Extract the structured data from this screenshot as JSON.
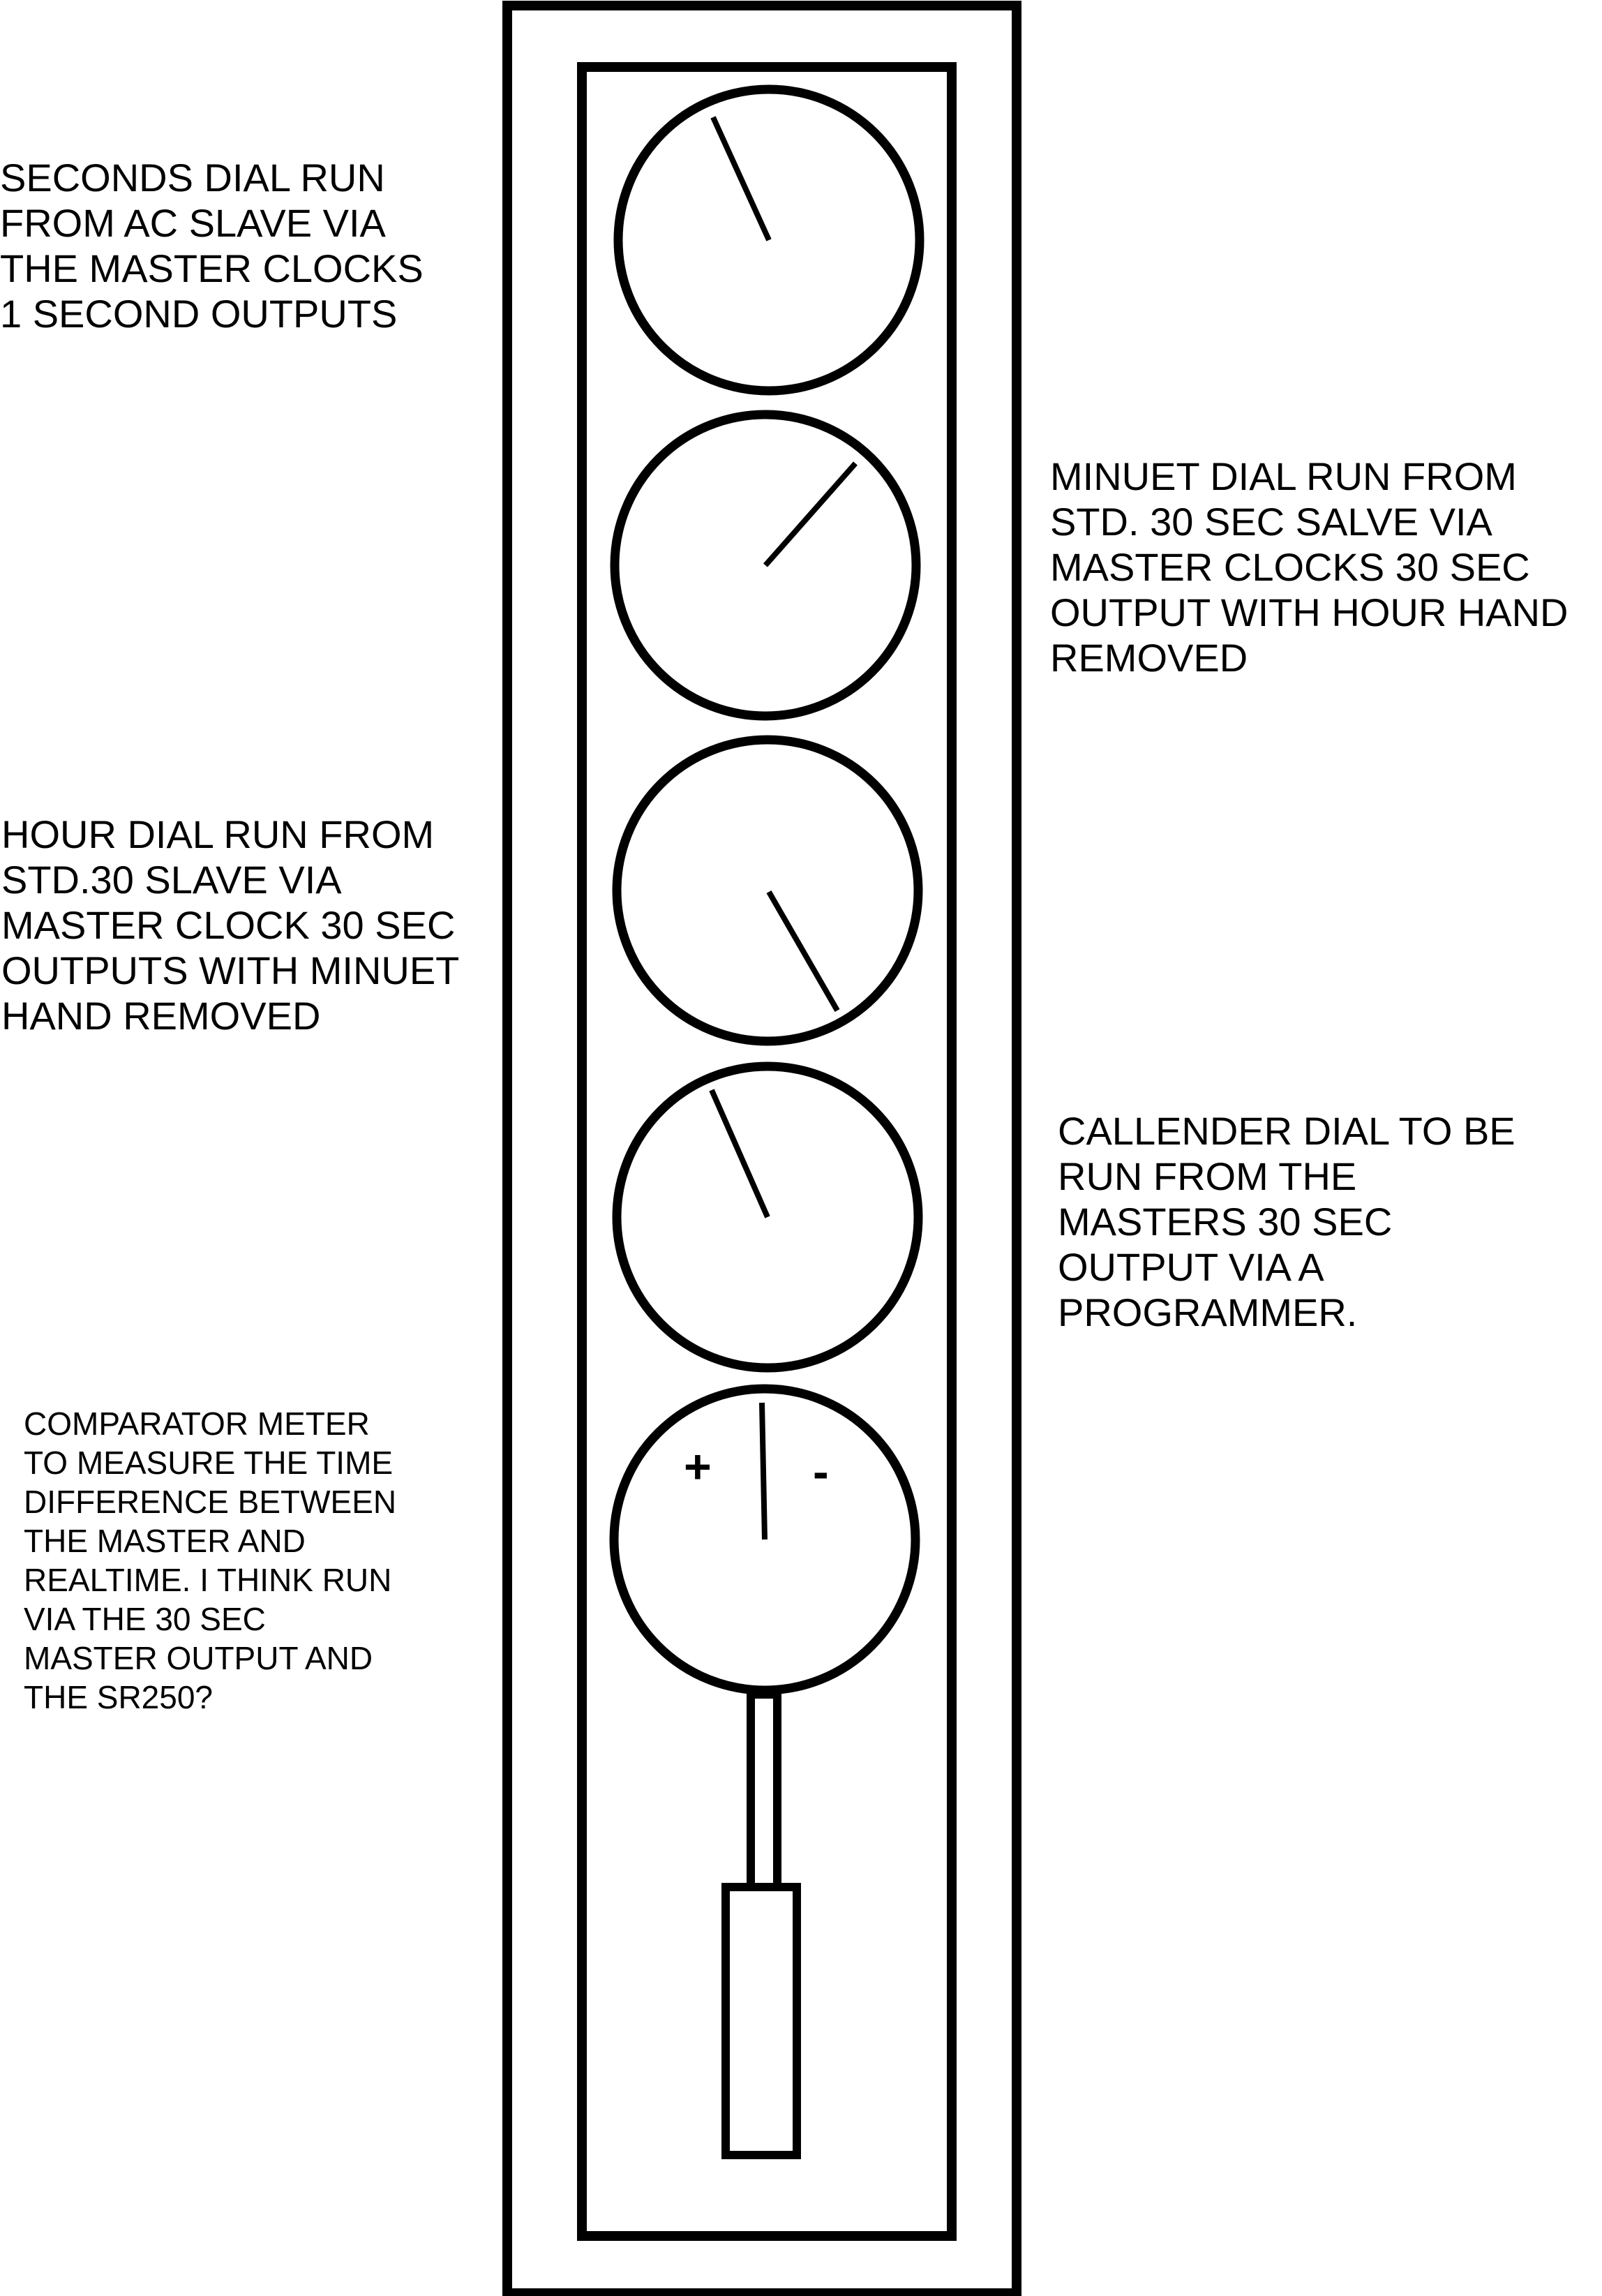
{
  "diagram": {
    "colors": {
      "ink": "#000000",
      "background": "#ffffff"
    },
    "dials": [
      {
        "role": "seconds-dial",
        "hand_angle_deg": -25
      },
      {
        "role": "minute-dial",
        "hand_angle_deg": 42
      },
      {
        "role": "hour-dial",
        "hand_angle_deg": 150
      },
      {
        "role": "calendar-dial",
        "hand_angle_deg": -24
      },
      {
        "role": "comparator-meter",
        "hand_angle_deg": 0,
        "plus_sign": "+",
        "minus_sign": "-"
      }
    ],
    "notes": {
      "seconds": "SECONDS DIAL RUN\nFROM AC SLAVE VIA\nTHE MASTER CLOCKS\n1 SECOND OUTPUTS",
      "minute": "MINUET DIAL RUN FROM\nSTD. 30 SEC SALVE VIA\nMASTER CLOCKS 30 SEC\nOUTPUT WITH HOUR HAND\nREMOVED",
      "hour": "HOUR DIAL RUN FROM\nSTD.30 SLAVE VIA\nMASTER CLOCK 30 SEC\nOUTPUTS WITH MINUET\nHAND REMOVED",
      "calendar": "CALLENDER DIAL TO BE\nRUN FROM THE\nMASTERS 30 SEC\nOUTPUT VIA A\nPROGRAMMER.",
      "comparator": "COMPARATOR METER\nTO MEASURE THE TIME\nDIFFERENCE BETWEEN\nTHE MASTER AND\nREALTIME. I THINK RUN\nVIA THE 30 SEC\nMASTER OUTPUT AND\nTHE SR250?"
    }
  }
}
